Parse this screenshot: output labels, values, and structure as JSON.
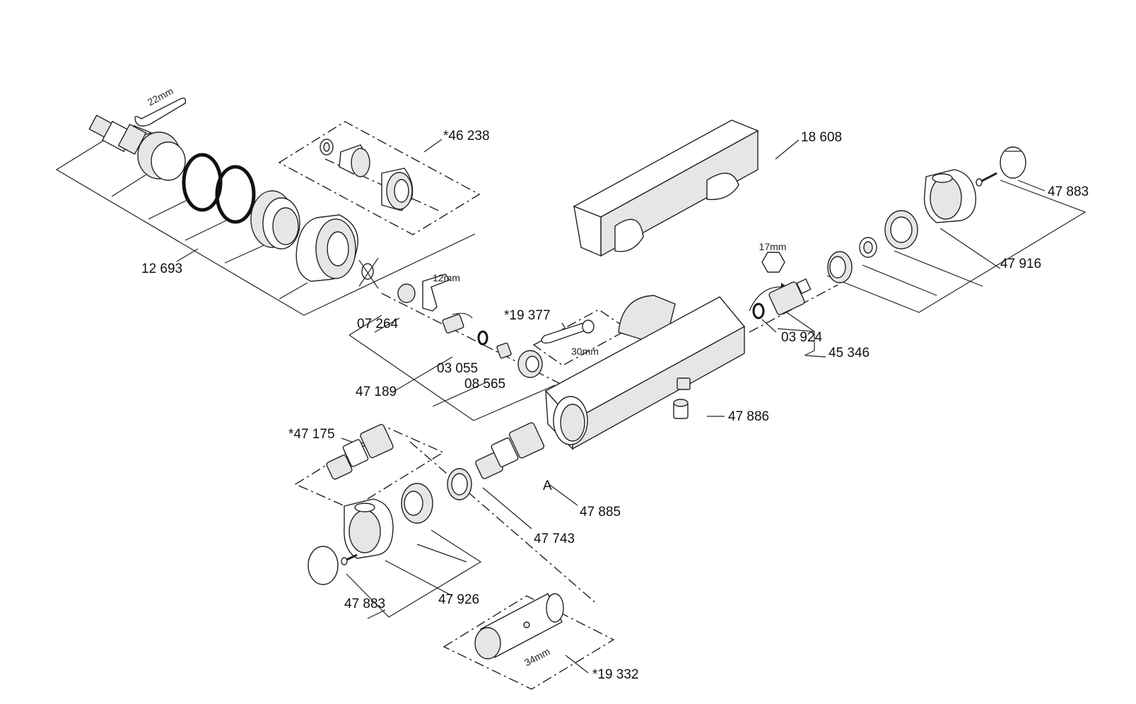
{
  "part_labels": {
    "p12693": "12 693",
    "p46238": "*46 238",
    "p18608": "18 608",
    "p47883a": "47 883",
    "p47916": "47 916",
    "p07264": "07 264",
    "p19377": "*19 377",
    "p03055": "03 055",
    "p08565": "08 565",
    "p47189": "47 189",
    "p03924": "03 924",
    "p45346": "45 346",
    "p47886": "47 886",
    "p47175": "*47 175",
    "p47885": "47 885",
    "p47743": "47 743",
    "p47926": "47 926",
    "p47883b": "47 883",
    "p19332": "*19 332",
    "markerA": "A"
  },
  "tool_labels": {
    "t22mm": "22mm",
    "t12mm": "12mm",
    "t17mm": "17mm",
    "t30mm": "30mm",
    "t34mm": "34mm"
  }
}
